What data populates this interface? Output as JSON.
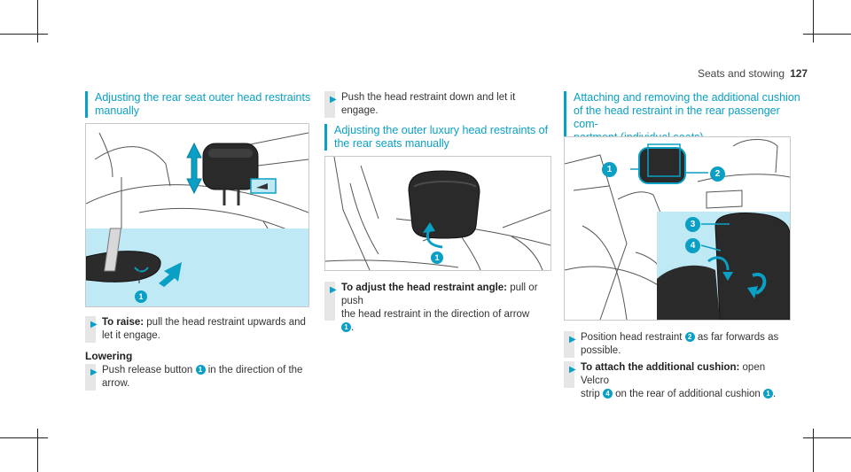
{
  "header": {
    "section": "Seats and stowing",
    "page_number": "127"
  },
  "col1": {
    "title_line1": "Adjusting the rear seat outer head restraints",
    "title_line2": "manually",
    "figure_callout": "1",
    "step_raise_label": "To raise:",
    "step_raise_text_line1": " pull the head restraint upwards and",
    "step_raise_text_line2": "let it engage.",
    "lowering_heading": "Lowering",
    "step_push_line1_a": "Push release button ",
    "step_push_callout": "1",
    "step_push_line1_b": " in the direction of the",
    "step_push_line2": "arrow."
  },
  "col2": {
    "step_push_down_line1": "Push the head restraint down and let it",
    "step_push_down_line2": "engage.",
    "title_line1": "Adjusting the outer luxury head restraints of",
    "title_line2": "the rear seats manually",
    "figure_callout": "1",
    "step_angle_label": "To adjust the head restraint angle:",
    "step_angle_text_line1": " pull or push",
    "step_angle_text_line2": "the head restraint in the direction of arrow",
    "step_angle_callout": "1",
    "step_angle_end": "."
  },
  "col3": {
    "title_line1": "Attaching and removing the additional cushion",
    "title_line2": "of the head restraint in the rear passenger com-",
    "title_line3": "partment (individual seats)",
    "callouts": [
      "1",
      "2",
      "3",
      "4"
    ],
    "step_position_line1_a": "Position head restraint ",
    "step_position_callout": "2",
    "step_position_line1_b": " as far forwards as",
    "step_position_line2": "possible.",
    "step_attach_label": "To attach the additional cushion:",
    "step_attach_text_line1": " open Velcro",
    "step_attach_line2_a": "strip ",
    "step_attach_callout_a": "4",
    "step_attach_line2_b": " on the rear of additional cushion ",
    "step_attach_callout_b": "1",
    "step_attach_end": "."
  },
  "colors": {
    "accent": "#0a9fc4",
    "inset_bg": "#bfe9f5",
    "step_bar": "#e6e6e6"
  }
}
